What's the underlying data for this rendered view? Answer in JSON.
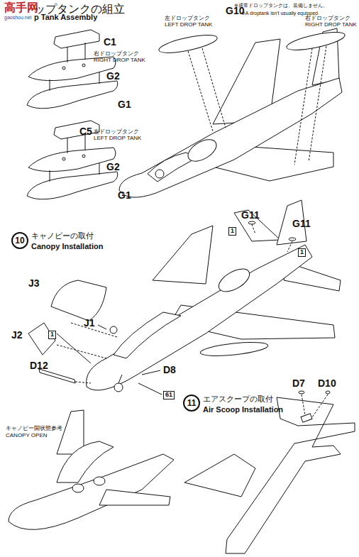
{
  "diagram": {
    "labels": [
      "高手网",
      "gaoshou.net",
      "ップタンクの組立",
      "p Tank Assembly",
      "※通常ドロップタンクは、装備しません。",
      "※A droptank isn't usually equipped.",
      "C1",
      "右ドロップタンク",
      "RIGHT DROP TANK",
      "G2",
      "G1",
      "C5",
      "左ドロップタンク",
      "LEFT DROP TANK",
      "G2",
      "G1",
      "左ドロップタンク",
      "LEFT DROP TANK",
      "G10",
      "右ドロップタンク",
      "RIGHT DROP TANK",
      "10",
      "キャノピーの取付",
      "Canopy Installation",
      "G11",
      "1",
      "G11",
      "1",
      "J3",
      "J2",
      "J1",
      "1",
      "D12",
      "D8",
      "61",
      "キャノピー開状態参考",
      "CANOPY OPEN",
      "11",
      "エアスクープの取付",
      "Air Scoop Installation",
      "D7",
      "D10"
    ]
  }
}
